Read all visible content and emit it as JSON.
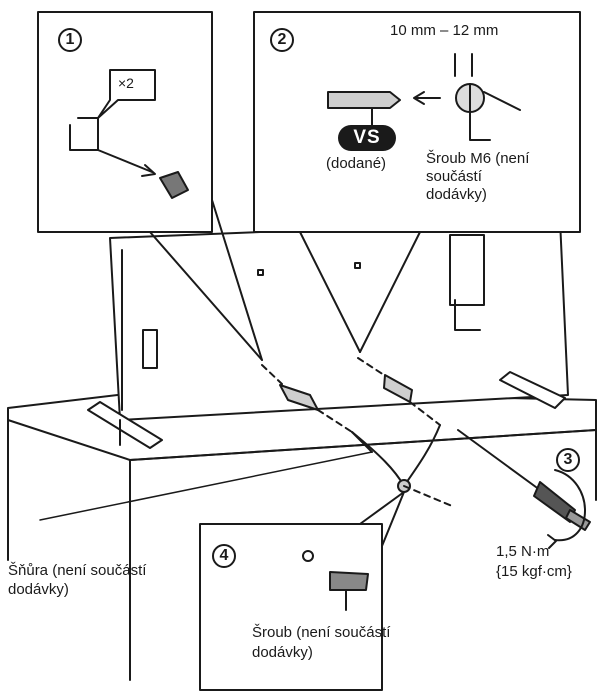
{
  "steps": {
    "step1": {
      "number": "1",
      "quantity": "×2"
    },
    "step2": {
      "number": "2",
      "dimension": "10 mm – 12 mm",
      "badge": "VS",
      "supplied": "(dodané)",
      "screw_m6_line1": "Šroub M6 (není",
      "screw_m6_line2": "součástí",
      "screw_m6_line3": "dodávky)"
    },
    "step3": {
      "number": "3",
      "torque_line1": "1,5 N·m",
      "torque_line2": "{15 kgf·cm}"
    },
    "step4": {
      "number": "4",
      "screw_line1": "Šroub (není součástí",
      "screw_line2": "dodávky)"
    }
  },
  "cord": {
    "line1": "Šňůra (není součástí",
    "line2": "dodávky)"
  },
  "icons": [
    "screw-icon",
    "bracket-icon",
    "screwdriver-icon",
    "rotation-arrow-icon",
    "cord-icon",
    "tv-stand-icon"
  ]
}
